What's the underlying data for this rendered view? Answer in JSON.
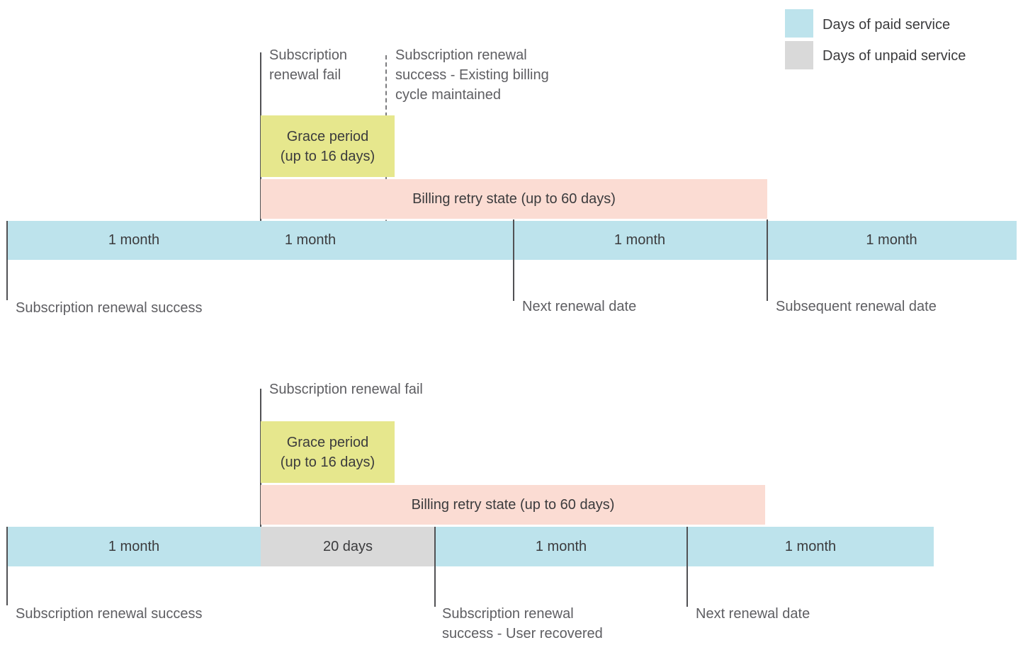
{
  "legend": {
    "paid": {
      "label": "Days of paid service",
      "color": "#bde3ec"
    },
    "unpaid": {
      "label": "Days of unpaid service",
      "color": "#d9d9d9"
    }
  },
  "colors": {
    "paid_service": "#bde3ec",
    "unpaid_service": "#d9d9d9",
    "grace_period": "#e6e78d",
    "billing_retry": "#fbdcd3",
    "marker_line": "#515154",
    "annotation_text": "#5e5e62",
    "label_text": "#3b3b3d"
  },
  "diagram1": {
    "fail_lines": [
      "Subscription",
      "renewal fail"
    ],
    "success_lines": [
      "Subscription renewal",
      "success - Existing billing",
      "cycle maintained"
    ],
    "grace_lines": [
      "Grace period",
      "(up to 16 days)"
    ],
    "retry_label": "Billing retry state (up to 60 days)",
    "segments": {
      "s1": "1 month",
      "s2": "1 month",
      "s4": "1 month",
      "s5": "1 month"
    },
    "marker_start": "Subscription renewal success",
    "marker_next": "Next renewal date",
    "marker_subsequent": "Subsequent renewal date"
  },
  "diagram2": {
    "fail_label": "Subscription renewal fail",
    "grace_lines": [
      "Grace period",
      "(up to 16 days)"
    ],
    "retry_label": "Billing retry state (up to 60 days)",
    "segments": {
      "s1": "1 month",
      "s2": "20 days",
      "s3": "1 month",
      "s4": "1 month"
    },
    "marker_start": "Subscription renewal success",
    "marker_recovered_lines": [
      "Subscription renewal",
      "success - User recovered"
    ],
    "marker_next": "Next renewal date"
  }
}
